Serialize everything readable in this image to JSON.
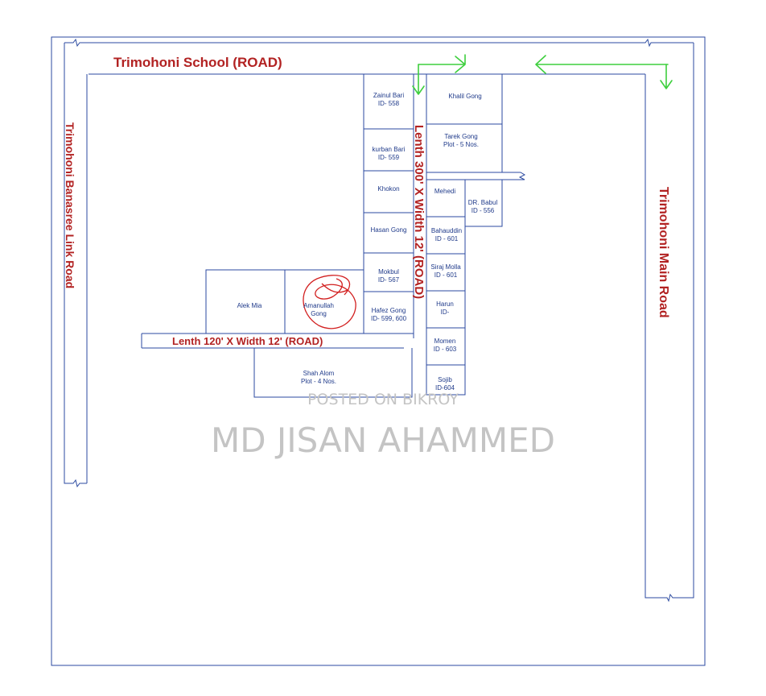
{
  "roads": {
    "top": "Trimohoni School   (ROAD)",
    "left": "Trimohoni Banasree Link Road",
    "right": "Trimohoni Main Road",
    "vertical": "Lenth 300' X Width 12'  (ROAD)",
    "horizontal": "Lenth 120' X Width 12'  (ROAD)"
  },
  "plots": {
    "zainul": [
      "Zainul Bari",
      "ID- 558"
    ],
    "kurban": [
      "kurban Bari",
      "ID- 559"
    ],
    "khokon": [
      "Khokon"
    ],
    "hasan": [
      "Hasan Gong"
    ],
    "mokbul": [
      "Mokbul",
      "ID- 567"
    ],
    "hafez": [
      "Hafez Gong",
      "ID- 599, 600"
    ],
    "amanullah": [
      "Amanullah",
      "Gong"
    ],
    "alek": [
      "Alek Mia"
    ],
    "shah": [
      "Shah Alom",
      "Plot - 4 Nos."
    ],
    "khalil": [
      "Khalil Gong"
    ],
    "tarek": [
      "Tarek Gong",
      "Plot  - 5 Nos."
    ],
    "mehedi": [
      "Mehedi"
    ],
    "babul": [
      "DR. Babul",
      "ID - 556"
    ],
    "bahauddin": [
      "Bahauddin",
      "ID - 601"
    ],
    "siraj": [
      "Siraj Molla",
      "ID - 601"
    ],
    "harun": [
      "Harun",
      "ID-"
    ],
    "momen": [
      "Momen",
      "ID - 603"
    ],
    "sojib": [
      "Sojib",
      "ID-604"
    ]
  },
  "watermark": {
    "line1": "POSTED ON BIKROY",
    "line2": "MD JISAN AHAMMED"
  },
  "colors": {
    "line": "#2b4aa0",
    "road_text": "#b22222",
    "plot_text": "#1f3a8a",
    "arrow": "#3ecf3e",
    "mark": "#d21f1f",
    "watermark": "#c4c4c4"
  }
}
